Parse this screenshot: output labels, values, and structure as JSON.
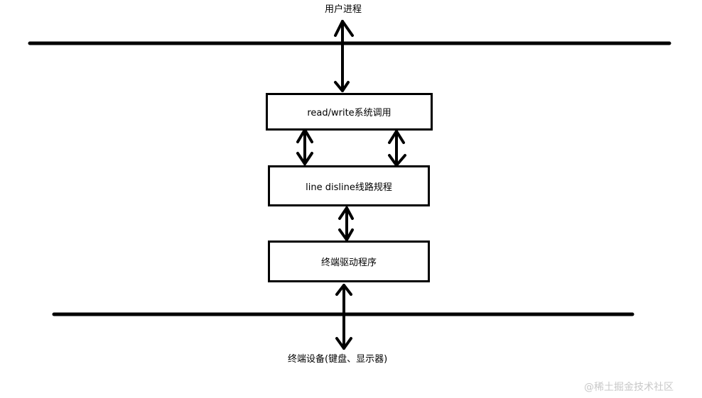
{
  "diagram": {
    "top_label": "用户进程",
    "bottom_label": "终端设备(键盘、显示器)",
    "boxes": {
      "syscall": "read/write系统调用",
      "line_discipline": "line disline线路规程",
      "driver": "终端驱动程序"
    }
  },
  "watermark": "@稀土掘金技术社区"
}
